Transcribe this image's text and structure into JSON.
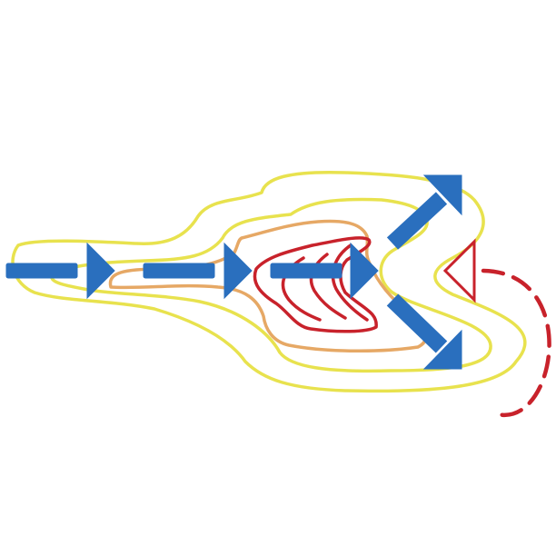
{
  "diagram": {
    "type": "flow-diagram",
    "contour_levels": [
      {
        "level": "outer",
        "color": "#e8e24e"
      },
      {
        "level": "middle",
        "color": "#e6a865"
      },
      {
        "level": "inner",
        "color": "#c8222b"
      }
    ],
    "flow_arrows": {
      "color": "#2a6fbe",
      "count": 5,
      "directions": [
        "right",
        "right",
        "right",
        "up-right",
        "down-right"
      ]
    },
    "marker": {
      "shape": "triangle-outline",
      "direction": "left",
      "color": "#c8222b"
    },
    "return_path": {
      "style": "dashed",
      "color": "#c8222b"
    }
  }
}
